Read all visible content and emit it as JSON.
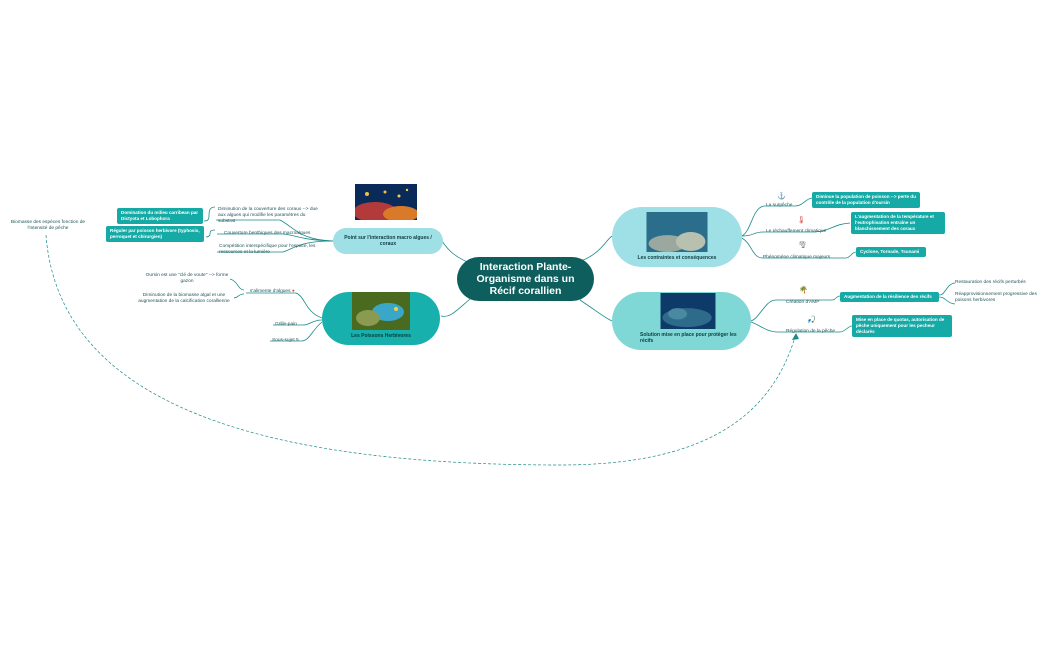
{
  "central": {
    "title": "Interaction Plante-Organisme dans un Récif corallien"
  },
  "branches": {
    "point": {
      "label": "Point sur l'interaction macro algues / coraux"
    },
    "poissons": {
      "label": "Les Poissons Herbivores"
    },
    "contraintes": {
      "label": "Les contraintes et conséquences"
    },
    "solution": {
      "label": "Solution mise en place pour protéger les récifs"
    }
  },
  "point_children": {
    "diminution": "Diminution de la couverture des coraux --> due aux algues qui modifie les paramètres du substrat",
    "couverture": "Couverture benthiques des macroalgues",
    "competition": "Compétition interspécifique pour l'espace, les ressources et la lumière",
    "domination": "Domination du milieu carribean par Dictyota et Lobophora",
    "reguler": "Réguler par poisson herbivore (typhosis, perroquet et chirurgien)",
    "biomasse": "Biomasse des espèces fonction de l'intensité de pêche"
  },
  "poissons_children": {
    "alimente": "s'alimente d'algues",
    "oursin": "Oursin est une \"clé de voute\" --> forme gazon",
    "diminution_alg": "Diminution de la biomasse algal et une augmentation de la calcification corallienne",
    "grille": "Grille-pain",
    "sous": "Sous-sujet 5"
  },
  "contraintes_children": {
    "surpeche": "La surpêche",
    "surpeche_box": "Diminue la population de poisson --> perte du contrôle de la population d'oursin",
    "rechauffement": "Le réchauffement climatique",
    "rechauffement_box": "L'augmentation de la température et l'eutrophisation entraîne un blanchissement des coraux",
    "phenomene": "Phénomène climatique majeurs",
    "phenomene_box": "Cyclone, Tornade, Tsunami"
  },
  "solution_children": {
    "amp": "Création d'AMP",
    "amp_box": "Augmentation de la résilience des récifs",
    "restauration": "Restauration des récifs perturbés",
    "reapprovisionnement": "Réapprovisionnement progressive des poisons herbivores",
    "regulation": "Régulation de la pêche",
    "regulation_box": "Mise en place de quotas, autorisation de pêche uniquement pour les pecheur déclarés"
  },
  "colors": {
    "central": "#0d5e5d",
    "pill_light": "#9fdfe6",
    "pill_dark": "#18b0ac",
    "box": "#15aaa6",
    "line": "#1a8a88"
  },
  "icons": {
    "surpeche": "fish-hook-icon",
    "rechauffement": "thermometer-icon",
    "phenomene": "tornado-icon",
    "amp": "island-icon",
    "regulation": "fishing-icon",
    "alimente": "algae-icon"
  }
}
